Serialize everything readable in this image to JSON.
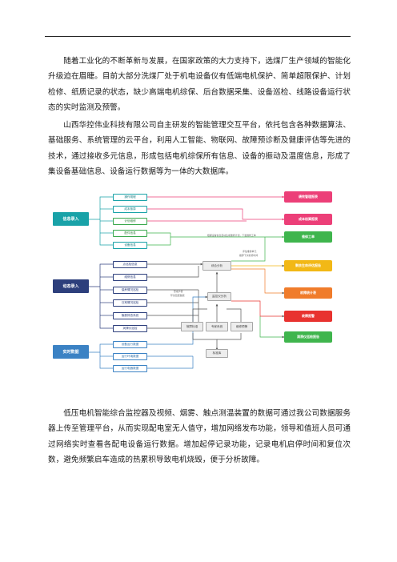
{
  "paragraphs": {
    "p1": "随着工业化的不断革新与发展，在国家政策的大力支持下，选煤厂生产领域的智能化升级迫在眉睫。目前大部分洗煤厂处于机电设备仪有低端电机保护、简单超限保护、计划检修、纸质记录的状态，缺少高端电机综保、后台数据采集、设备巡检、线路设备运行状态的实时监测及预警。",
    "p2": "山西华控伟业科技有限公司自主研发的智能管理交互平台，依托包含各种数据算法、基础服务、系统管理的云平台，利用人工智能、物联网、故障预诊断及健康评估等先进的技术，通过接收多元信息，形成包括电机综保所有信息、设备的振动及温度信息，形成了集设备基础信息、设备运行数据等为一体的大数据库。",
    "p3": "低压电机智能综合监控器及视频、烟雾、触点测温装置的数据可通过我公司数据服务器上传至管理平台，从而实现配电室无人值守，增加网络发布功能，领导和值班人员可通过网络实时查看各配电设备运行数据。增加起停记录功能，记录电机启停时间和复位次数，避免频繁启车造成的热累积导致电机烧毁，便于分析故障。"
  },
  "diagram": {
    "categories": {
      "info": "信息录入",
      "dynamic": "动态录入",
      "realtime": "实时数据"
    },
    "info_items": [
      "操作规程",
      "成本核算",
      "计划维修",
      "配件信息",
      "设备信息"
    ],
    "dynamic_items": [
      "点巡检信息",
      "维修信息",
      "保养情况巡检",
      "日常情况巡检",
      "隐患排查系统",
      "润滑仪巡检"
    ],
    "realtime_items": [
      "设备运行数据",
      "运行环境数据",
      "运行电器数据"
    ],
    "middle": {
      "integrated": "综合分析",
      "monitor": "监控仪分析",
      "expert": "专家系统",
      "diagnosis": "故障标准",
      "maintenance": "维修预警",
      "knowledge": "标准库"
    },
    "outputs": {
      "report1": "绩效管理报表",
      "report2": "成本核算报表",
      "work_order": "维修工单",
      "health": "剩余生命评估报告",
      "fault_stat": "故障统计表",
      "fault_alarm": "故障报警",
      "lube": "润滑仪巡检报告"
    },
    "notes": {
      "n1": "根据设备信息自动生成维修计划，下发维修工单",
      "n2": "评估维修单元",
      "n3": "推算下次检修时间",
      "n4": "形成声音",
      "n5": "环境温度数据"
    },
    "colors": {
      "teal": "#19a2a8",
      "navy": "#2d3f7c",
      "blue": "#3b82c4",
      "pink": "#ec3f78",
      "green": "#3fb54d",
      "yellow": "#f2b816",
      "orange": "#f07c2b",
      "red": "#e8322f"
    }
  }
}
